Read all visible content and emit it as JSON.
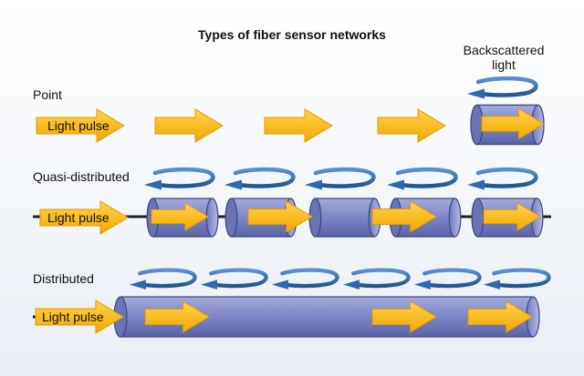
{
  "title": "Types of fiber sensor networks",
  "backscattered_label": "Backscattered light",
  "rows": {
    "point": {
      "label": "Point",
      "pulse_label": "Light pulse"
    },
    "quasi": {
      "label": "Quasi-distributed",
      "pulse_label": "Light pulse"
    },
    "distributed": {
      "label": "Distributed",
      "pulse_label": "Light pulse"
    }
  },
  "colors": {
    "arrow_fill": "#f7b90f",
    "arrow_edge": "#e39a00",
    "fiber_fill": "#7c86c6",
    "fiber_edge": "#3e4786",
    "back_arrow": "#2e69b0",
    "line": "#222222"
  }
}
